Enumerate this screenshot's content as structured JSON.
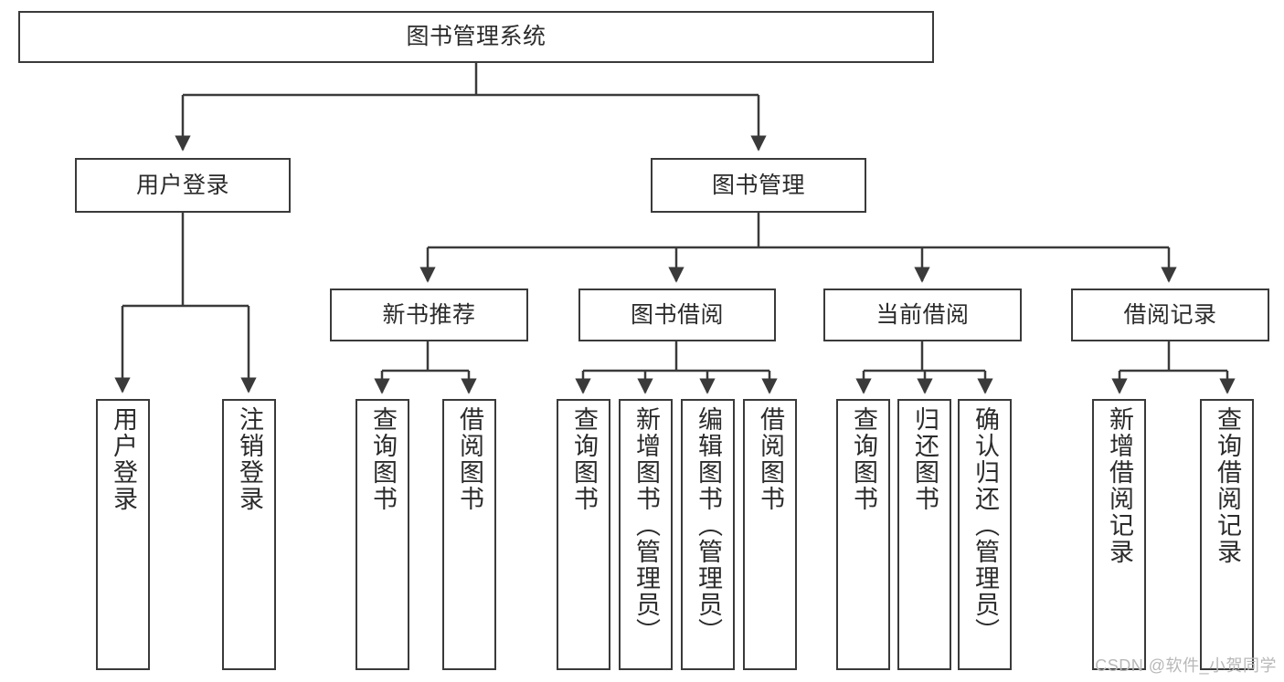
{
  "diagram": {
    "title": "图书管理系统",
    "type": "tree-hierarchy-diagram",
    "colors": {
      "stroke": "#3a3a3a",
      "text": "#2b2b2b",
      "background": "#ffffff",
      "watermark": "#b8b8b8"
    },
    "root": {
      "label": "图书管理系统"
    },
    "level2": [
      {
        "label": "用户登录"
      },
      {
        "label": "图书管理"
      }
    ],
    "level3": [
      {
        "label": "新书推荐"
      },
      {
        "label": "图书借阅"
      },
      {
        "label": "当前借阅"
      },
      {
        "label": "借阅记录"
      }
    ],
    "leaves": {
      "user_login": [
        {
          "label": "用户登录"
        },
        {
          "label": "注销登录"
        }
      ],
      "new_book_recommend": [
        {
          "label": "查询图书"
        },
        {
          "label": "借阅图书"
        }
      ],
      "book_borrow": [
        {
          "label": "查询图书"
        },
        {
          "label": "新增图书（管理员）"
        },
        {
          "label": "编辑图书（管理员）"
        },
        {
          "label": "借阅图书"
        }
      ],
      "current_borrow": [
        {
          "label": "查询图书"
        },
        {
          "label": "归还图书"
        },
        {
          "label": "确认归还（管理员）"
        }
      ],
      "borrow_record": [
        {
          "label": "新增借阅记录"
        },
        {
          "label": "查询借阅记录"
        }
      ]
    },
    "watermark": "CSDN @软件_小贺同学"
  }
}
